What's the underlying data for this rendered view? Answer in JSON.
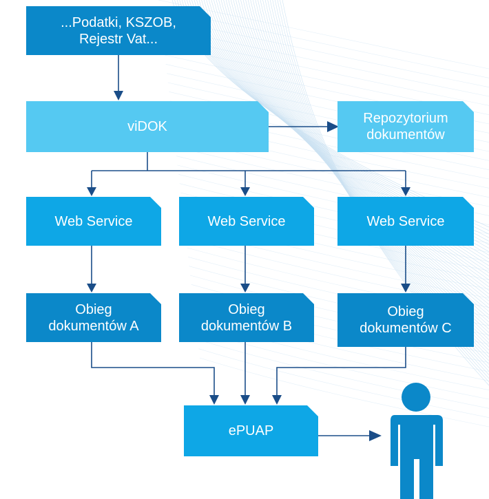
{
  "nodes": {
    "sources": "...Podatki, KSZOB,\nRejestr Vat...",
    "vidok": "viDOK",
    "repository": "Repozytorium\ndokumentów",
    "ws_a": "Web Service",
    "ws_b": "Web Service",
    "ws_c": "Web Service",
    "flow_a": "Obieg\ndokumentów A",
    "flow_b": "Obieg\ndokumentów B",
    "flow_c": "Obieg\ndokumentów C",
    "epuap": "ePUAP"
  },
  "colors": {
    "dark_box": "#0b88c9",
    "mid_box": "#0ea7e6",
    "light_box": "#55c9f2",
    "connector": "#1a4d88",
    "person": "#0b88c9"
  },
  "icons": {
    "user": "person-icon"
  }
}
